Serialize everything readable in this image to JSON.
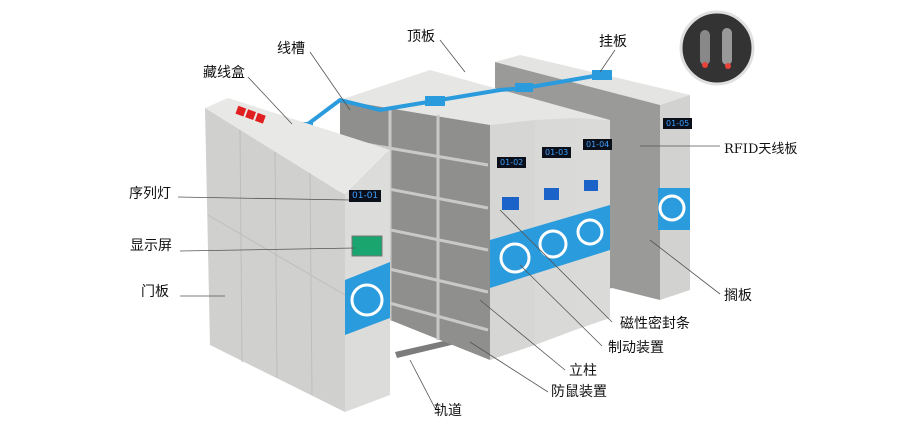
{
  "labels": {
    "cable_trough": "线槽",
    "top_panel": "顶板",
    "hanging_panel": "挂板",
    "cable_box": "藏线盒",
    "rfid_antenna": "RFID天线板",
    "sequence_light": "序列灯",
    "display_screen": "显示屏",
    "door_panel": "门板",
    "shelf": "搁板",
    "magnetic_seal": "磁性密封条",
    "brake_device": "制动装置",
    "upright_column": "立柱",
    "rodent_guard": "防鼠装置",
    "rail": "轨道"
  },
  "cabinet_numbers": [
    "01-01",
    "01-02",
    "01-03",
    "01-04",
    "01-05"
  ],
  "colors": {
    "panel": "#d9d9d6",
    "accent_blue": "#2a9bdc",
    "led_red": "#e8423a",
    "display_bg": "#0b0f1a"
  }
}
